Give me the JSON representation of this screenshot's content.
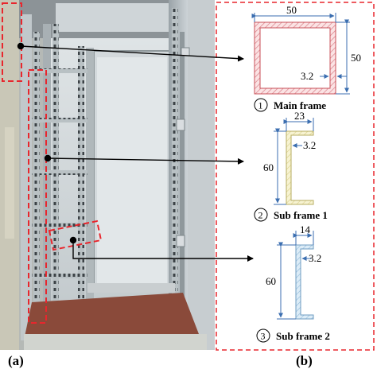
{
  "panels": {
    "left_label": "(a)",
    "right_label": "(b)"
  },
  "sections": [
    {
      "number": "1",
      "name": "Main frame",
      "dims": [
        "50",
        "50",
        "3.2"
      ]
    },
    {
      "number": "2",
      "name": "Sub frame 1",
      "dims": [
        "23",
        "60",
        "3.2"
      ]
    },
    {
      "number": "3",
      "name": "Sub frame 2",
      "dims": [
        "14",
        "60",
        "3.2"
      ]
    }
  ],
  "colors": {
    "dashed_box": "#e8262d",
    "main_frame_hatch": "#e89aa0",
    "sub_frame_1_fill": "#f3efc6",
    "sub_frame_2_fill": "#c6dff0",
    "dimension_line": "#3b6eb0"
  }
}
